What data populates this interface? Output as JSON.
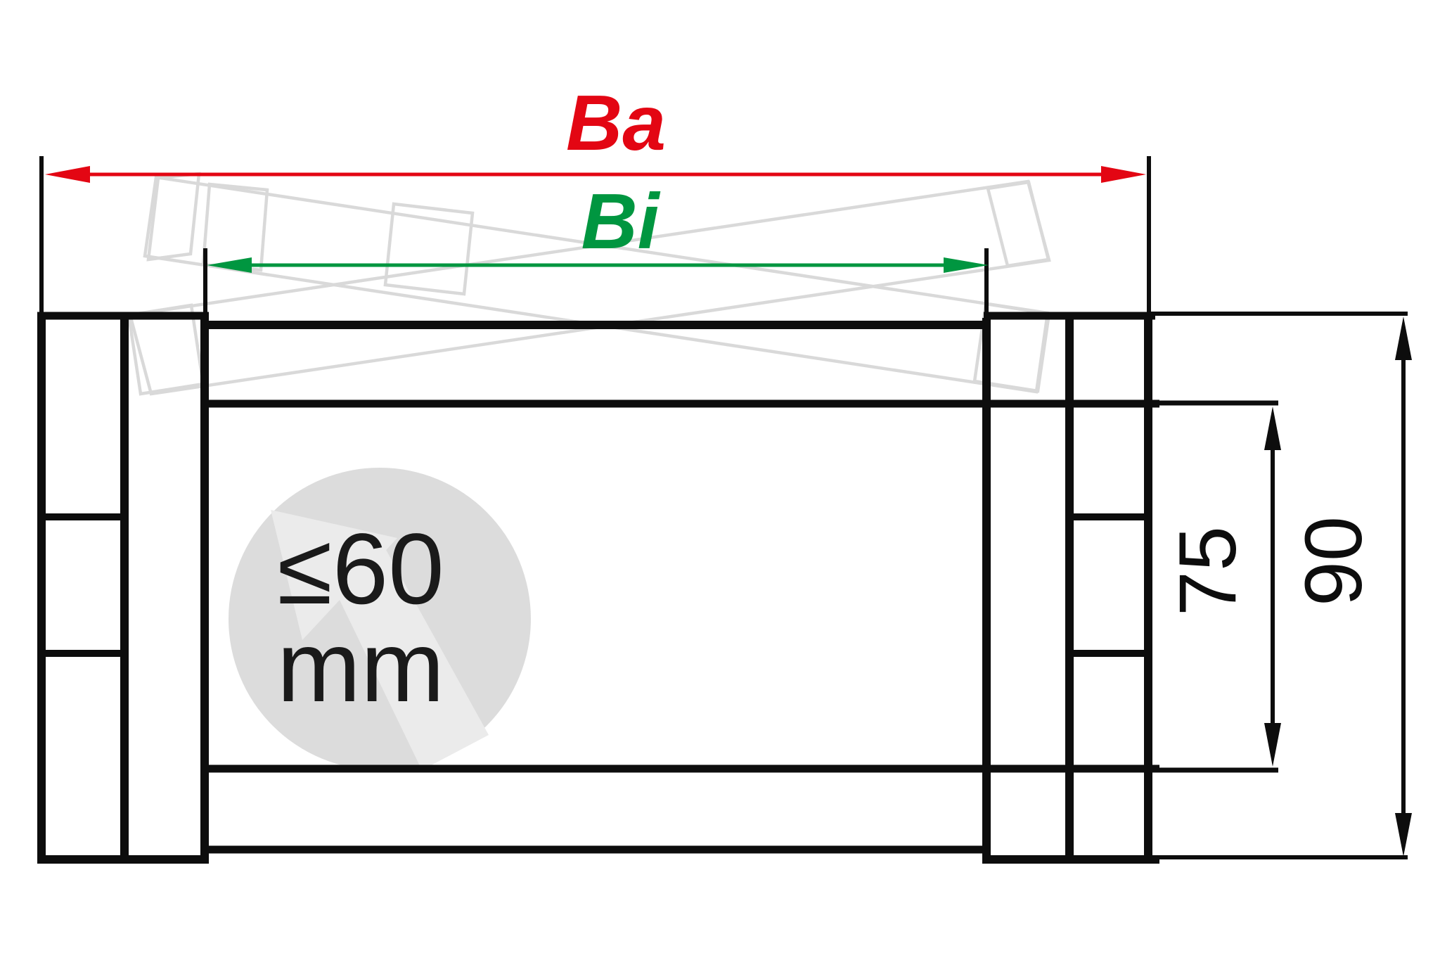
{
  "diagram": {
    "type": "cable-carrier-cross-section",
    "labels": {
      "outer_width": "Ba",
      "inner_width": "Bi",
      "inner_height": "75",
      "outer_height": "90"
    },
    "cable_note": {
      "line1": "≤60",
      "line2": "mm"
    },
    "colors": {
      "outer_width_red": "#e30613",
      "inner_width_green": "#009640",
      "drawing_black": "#0d0d0d",
      "note_text_black": "#1a1a1a",
      "ghost_gray": "#d9d9d9",
      "note_circle_gray": "#dcdcdc",
      "note_watermark_gray": "#ebebeb"
    }
  }
}
